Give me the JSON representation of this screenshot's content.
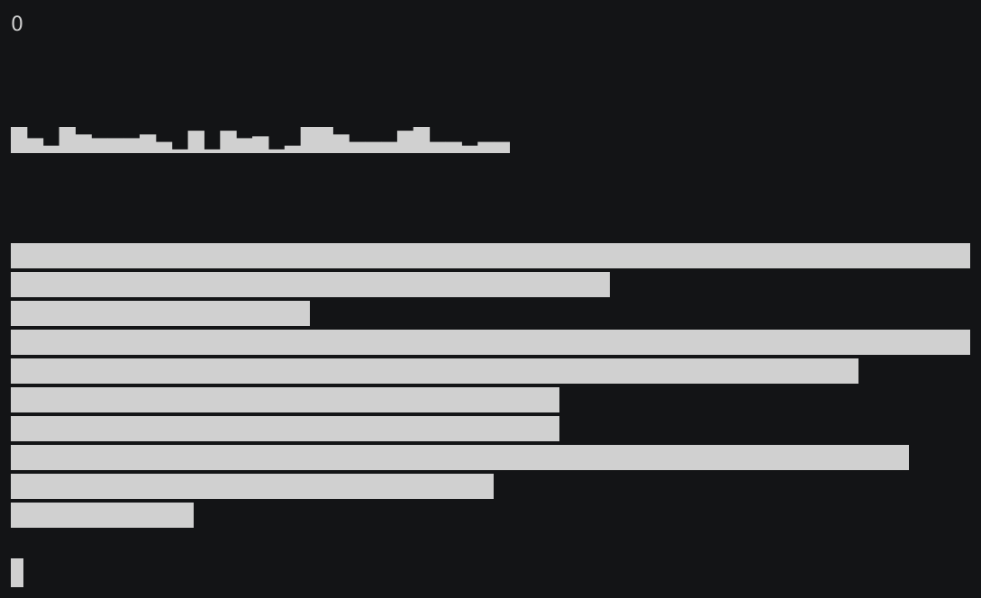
{
  "counter": {
    "value": "0"
  },
  "colors": {
    "background": "#131416",
    "foreground": "#d0d0d0"
  },
  "chart_data": {
    "type": "bar",
    "levels": [
      7,
      4,
      2,
      7,
      5,
      4,
      4,
      4,
      5,
      3,
      1,
      6,
      1,
      6,
      4,
      4.5,
      1,
      2,
      7,
      7,
      5,
      3,
      3,
      3,
      6,
      7,
      3,
      3,
      2,
      3,
      3
    ],
    "bars_relative_width": [
      1.0,
      0.624,
      0.312,
      1.0,
      0.884,
      0.572,
      0.572,
      0.936,
      0.503,
      0.191
    ]
  }
}
